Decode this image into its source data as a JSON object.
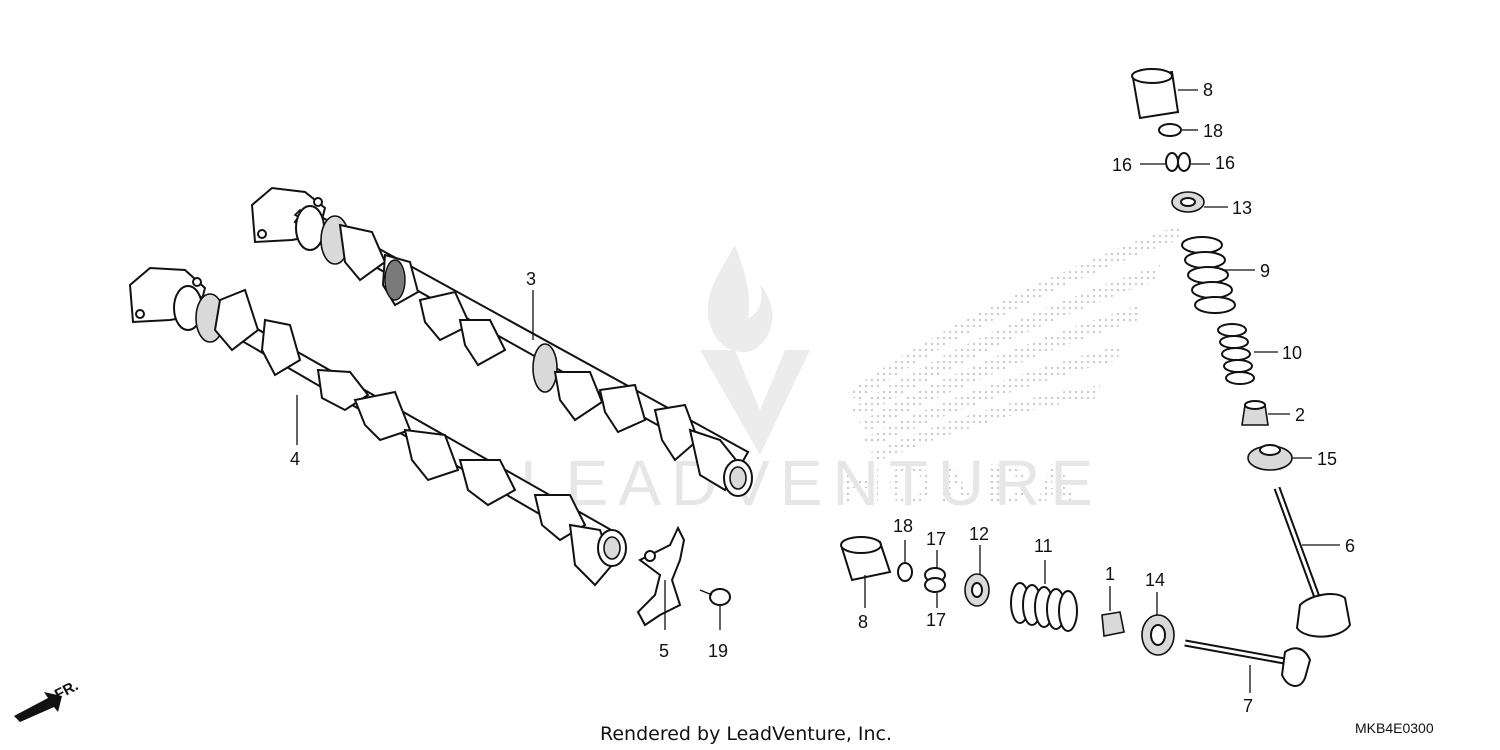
{
  "callouts": {
    "c1": "1",
    "c2": "2",
    "c3": "3",
    "c4": "4",
    "c5": "5",
    "c6": "6",
    "c7": "7",
    "c8_top": "8",
    "c8_bot": "8",
    "c9": "9",
    "c10": "10",
    "c11": "11",
    "c12": "12",
    "c13": "13",
    "c14": "14",
    "c15": "15",
    "c16_left": "16",
    "c16_right": "16",
    "c17_top": "17",
    "c17_bot": "17",
    "c18_top": "18",
    "c18_bot": "18",
    "c19": "19"
  },
  "front_indicator": "FR.",
  "watermark_text": "LEADVENTURE",
  "brand_watermark_text": "HONDA",
  "footer": {
    "rendered_by": "Rendered by LeadVenture, Inc.",
    "diagram_code": "MKB4E0300"
  },
  "colors": {
    "line": "#111111",
    "watermark": "#e6e6e6",
    "honda_dots": "#bdbdbd"
  }
}
